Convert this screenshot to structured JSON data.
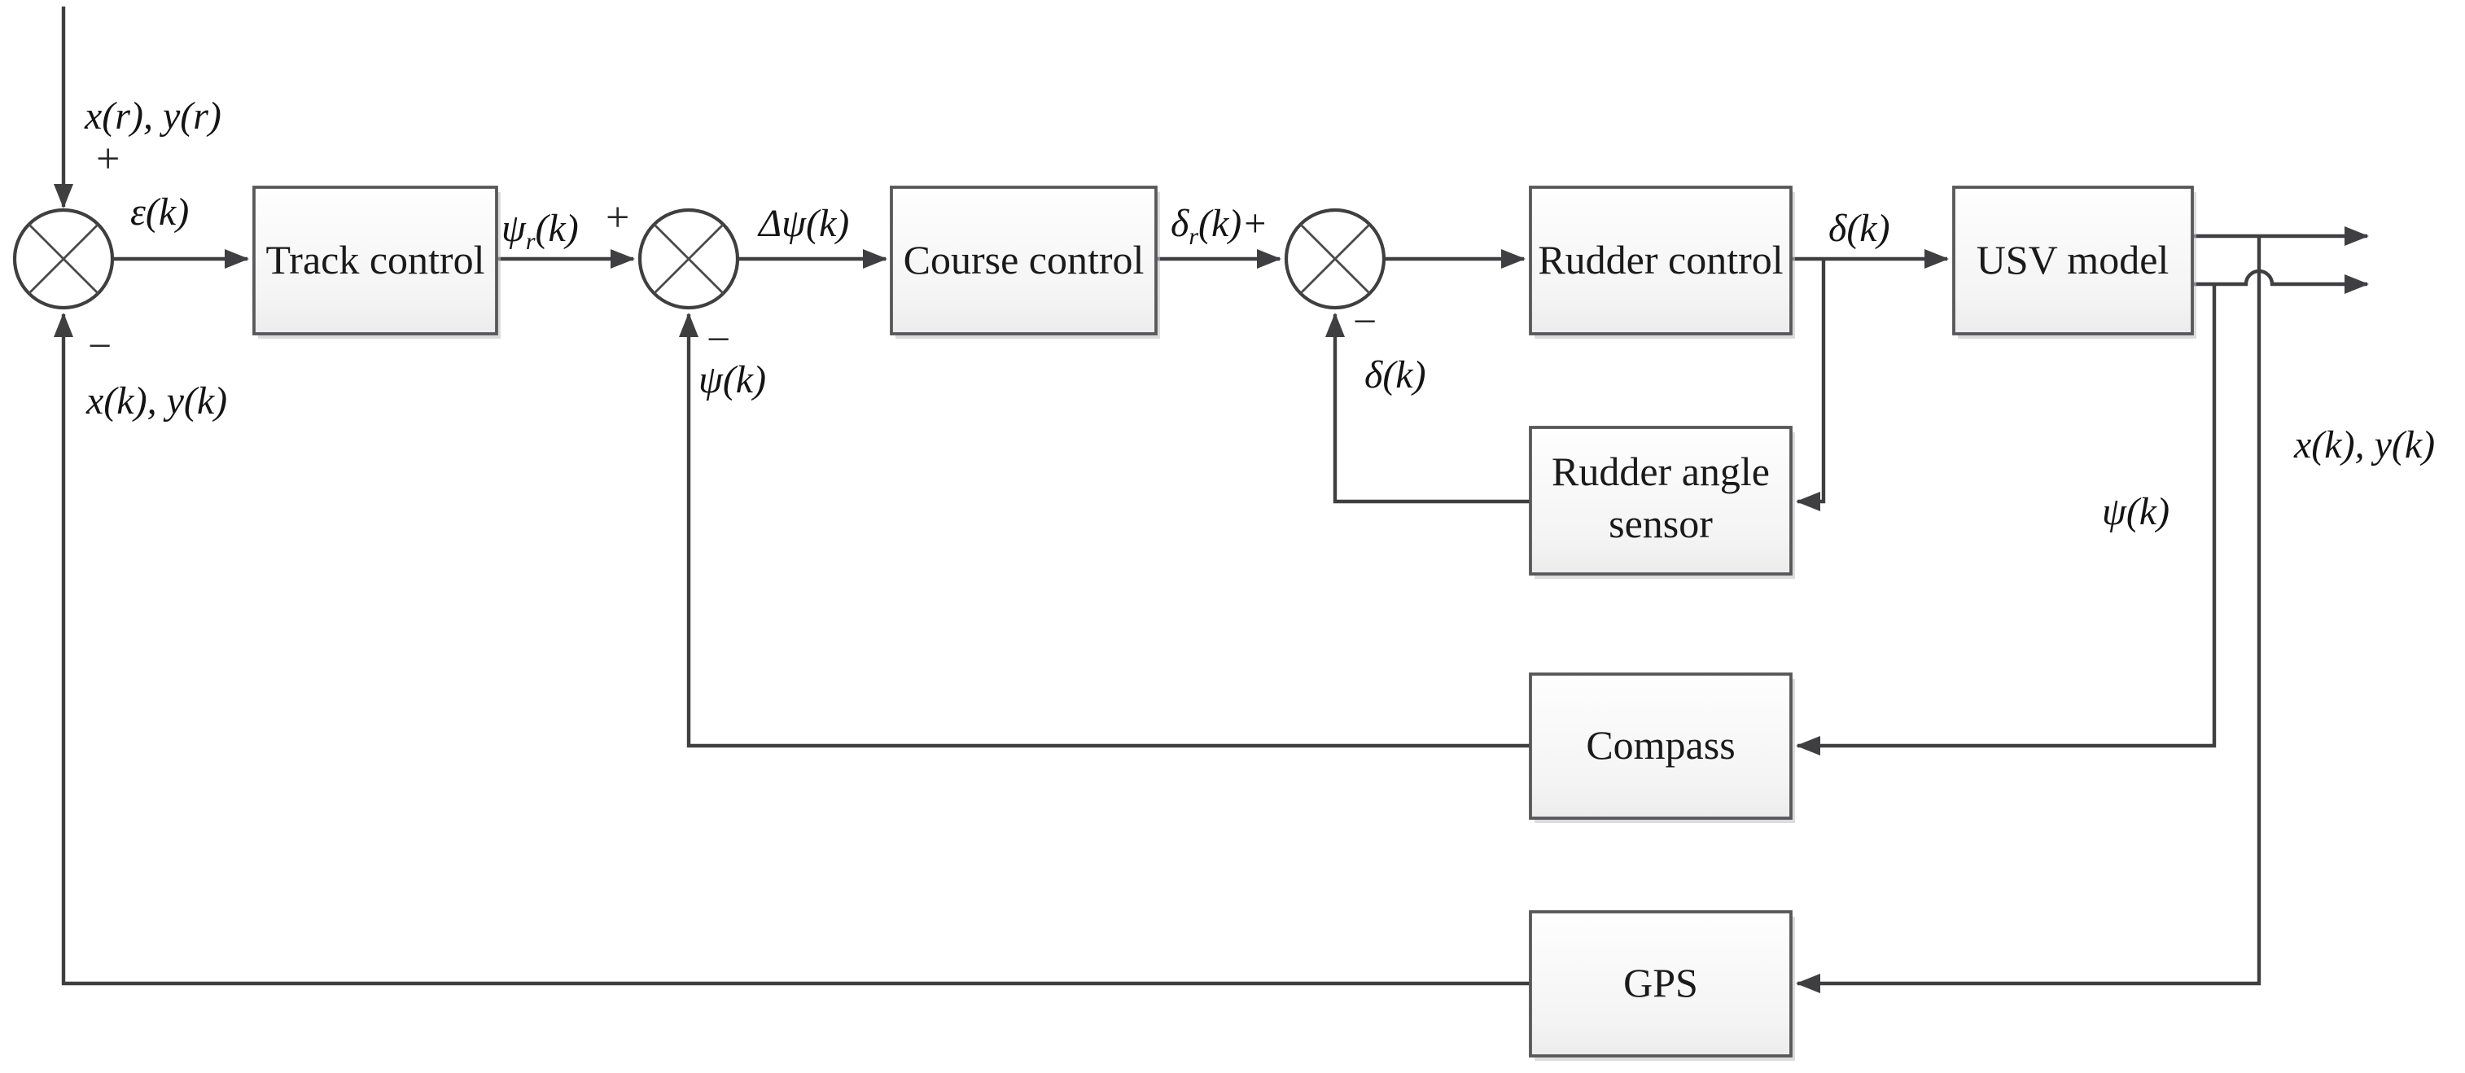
{
  "diagram_type": "control-system-block-diagram",
  "blocks": {
    "track_control": {
      "label": "Track control"
    },
    "course_control": {
      "label": "Course control"
    },
    "rudder_control": {
      "label": "Rudder control"
    },
    "usv_model": {
      "label": "USV model"
    },
    "rudder_angle_sensor": {
      "label_line1": "Rudder angle",
      "label_line2": "sensor"
    },
    "compass": {
      "label": "Compass"
    },
    "gps": {
      "label": "GPS"
    }
  },
  "signals": {
    "reference_input": "x(r), y(r)",
    "reference_plus": "+",
    "error": "ε(k)",
    "psi_r": {
      "base": "ψ",
      "sub": "r",
      "rest": "(k)"
    },
    "psi_r_plus": "+",
    "delta_psi": "Δψ(k)",
    "psi_feedback_minus": "−",
    "psi_feedback": "ψ(k)",
    "delta_r": {
      "base": "δ",
      "sub": "r",
      "rest": "(k)+"
    },
    "delta_feedback_minus": "−",
    "delta_feedback": "δ(k)",
    "delta_output": "δ(k)",
    "heading_output": "ψ(k)",
    "position_output": "x(k), y(k)",
    "position_feedback_minus": "−",
    "position_feedback": "x(k), y(k)"
  },
  "colors": {
    "wire": "#3f3f41",
    "box_border": "#58585a",
    "box_fill_top": "#fefefe",
    "box_fill_bottom": "#ededed",
    "box_shadow": "#bfbfbf",
    "text": "#141414",
    "background": "#ffffff"
  }
}
